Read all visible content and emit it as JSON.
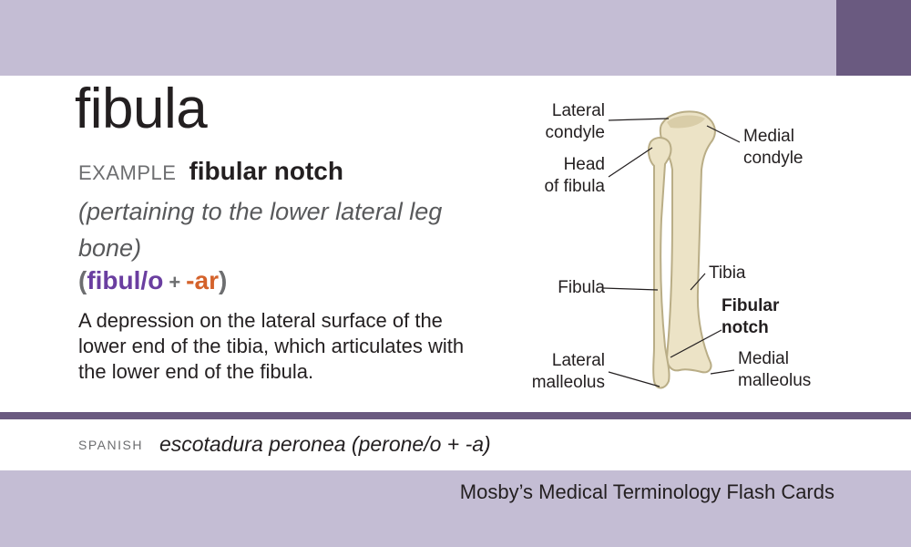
{
  "card": {
    "term": "fibula",
    "example_label": "EXAMPLE",
    "example_term": "fibular notch",
    "meaning": "(pertaining to the lower lateral leg bone)",
    "formula": {
      "open": "(",
      "root": "fibul/o",
      "plus": "+",
      "suffix": "-ar",
      "close": ")"
    },
    "definition": "A depression on the lateral surface of the lower end of the tibia, which articulates with the lower end of the fibula.",
    "spanish_label": "SPANISH",
    "spanish_text": "escotadura peronea (perone/o + -a)",
    "footer": "Mosby’s Medical Terminology Flash Cards"
  },
  "illustration": {
    "labels": {
      "lateral_condyle_1": "Lateral",
      "lateral_condyle_2": "condyle",
      "medial_condyle_1": "Medial",
      "medial_condyle_2": "condyle",
      "head_of_fibula_1": "Head",
      "head_of_fibula_2": "of fibula",
      "tibia": "Tibia",
      "fibula": "Fibula",
      "fibular_notch_1": "Fibular",
      "fibular_notch_2": "notch",
      "lateral_malleolus_1": "Lateral",
      "lateral_malleolus_2": "malleolus",
      "medial_malleolus_1": "Medial",
      "medial_malleolus_2": "malleolus"
    }
  },
  "colors": {
    "band": "#c4bdd4",
    "accent": "#6a5a80",
    "root": "#6a3ea0",
    "suffix": "#d4622b",
    "bone": "#ece3c6"
  }
}
